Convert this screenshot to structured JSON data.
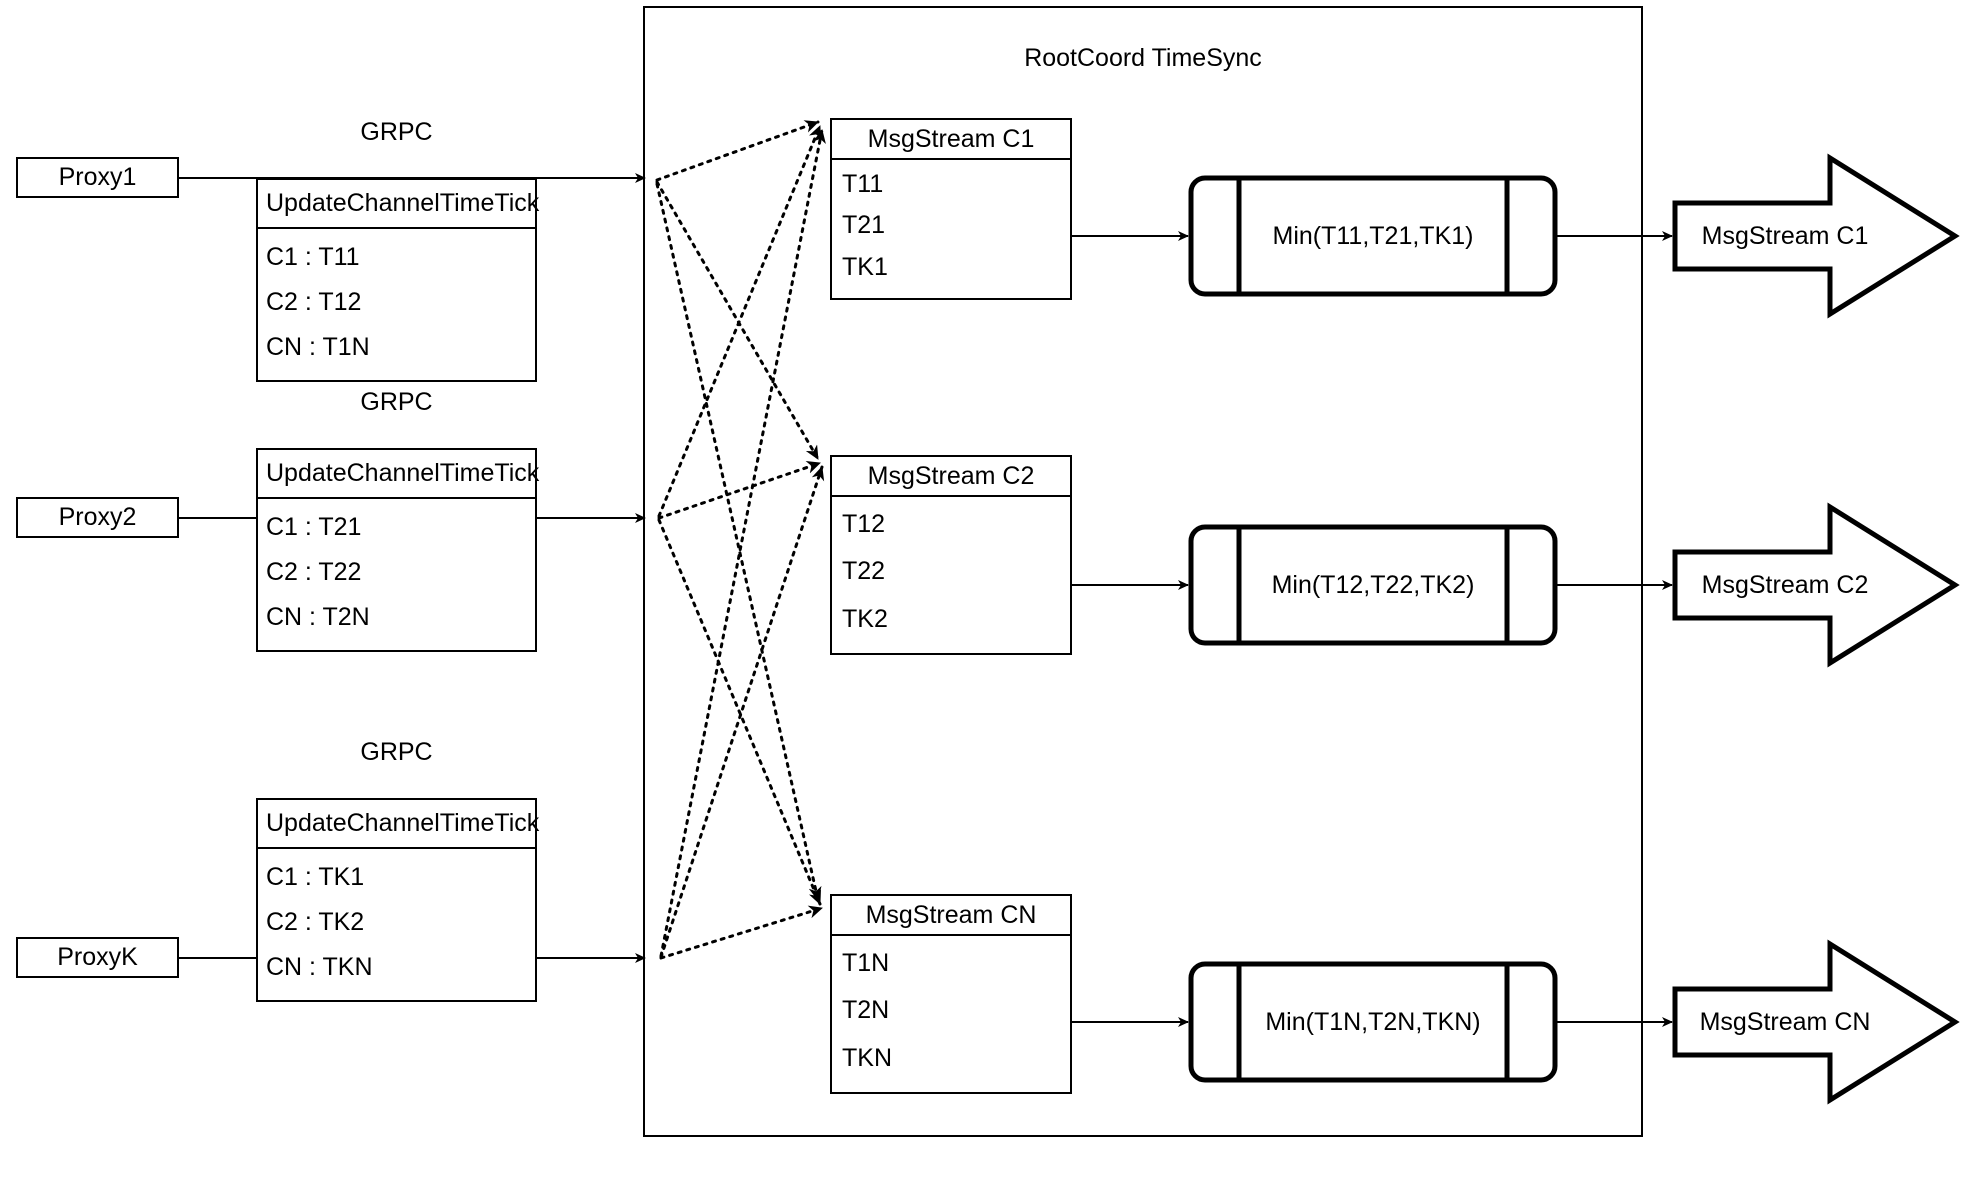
{
  "diagram": {
    "title": "RootCoord TimeSync",
    "container_label": "RootCoord TimeSync"
  },
  "proxies": [
    {
      "name": "Proxy1",
      "grpc_label": "GRPC",
      "message": {
        "header": "UpdateChannelTimeTick",
        "rows": [
          "C1 :  T11",
          "C2 :  T12",
          "CN : T1N"
        ]
      }
    },
    {
      "name": "Proxy2",
      "grpc_label": "GRPC",
      "message": {
        "header": "UpdateChannelTimeTick",
        "rows": [
          "C1 :  T21",
          "C2 :  T22",
          "CN : T2N"
        ]
      }
    },
    {
      "name": "ProxyK",
      "grpc_label": "GRPC",
      "message": {
        "header": "UpdateChannelTimeTick",
        "rows": [
          "C1 :  TK1",
          "C2 :  TK2",
          "CN : TKN"
        ]
      }
    }
  ],
  "channels": [
    {
      "msgstream": {
        "header": "MsgStream C1",
        "rows": [
          "T11",
          "T21",
          "TK1"
        ]
      },
      "min_label": "Min(T11,T21,TK1)",
      "output_label": "MsgStream C1"
    },
    {
      "msgstream": {
        "header": "MsgStream C2",
        "rows": [
          "T12",
          "T22",
          "TK2"
        ]
      },
      "min_label": "Min(T12,T22,TK2)",
      "output_label": "MsgStream C2"
    },
    {
      "msgstream": {
        "header": "MsgStream CN",
        "rows": [
          "T1N",
          "T2N",
          "TKN"
        ]
      },
      "min_label": "Min(T1N,T2N,TKN)",
      "output_label": "MsgStream CN"
    }
  ],
  "colors": {
    "stroke": "#000000",
    "background": "#ffffff"
  }
}
